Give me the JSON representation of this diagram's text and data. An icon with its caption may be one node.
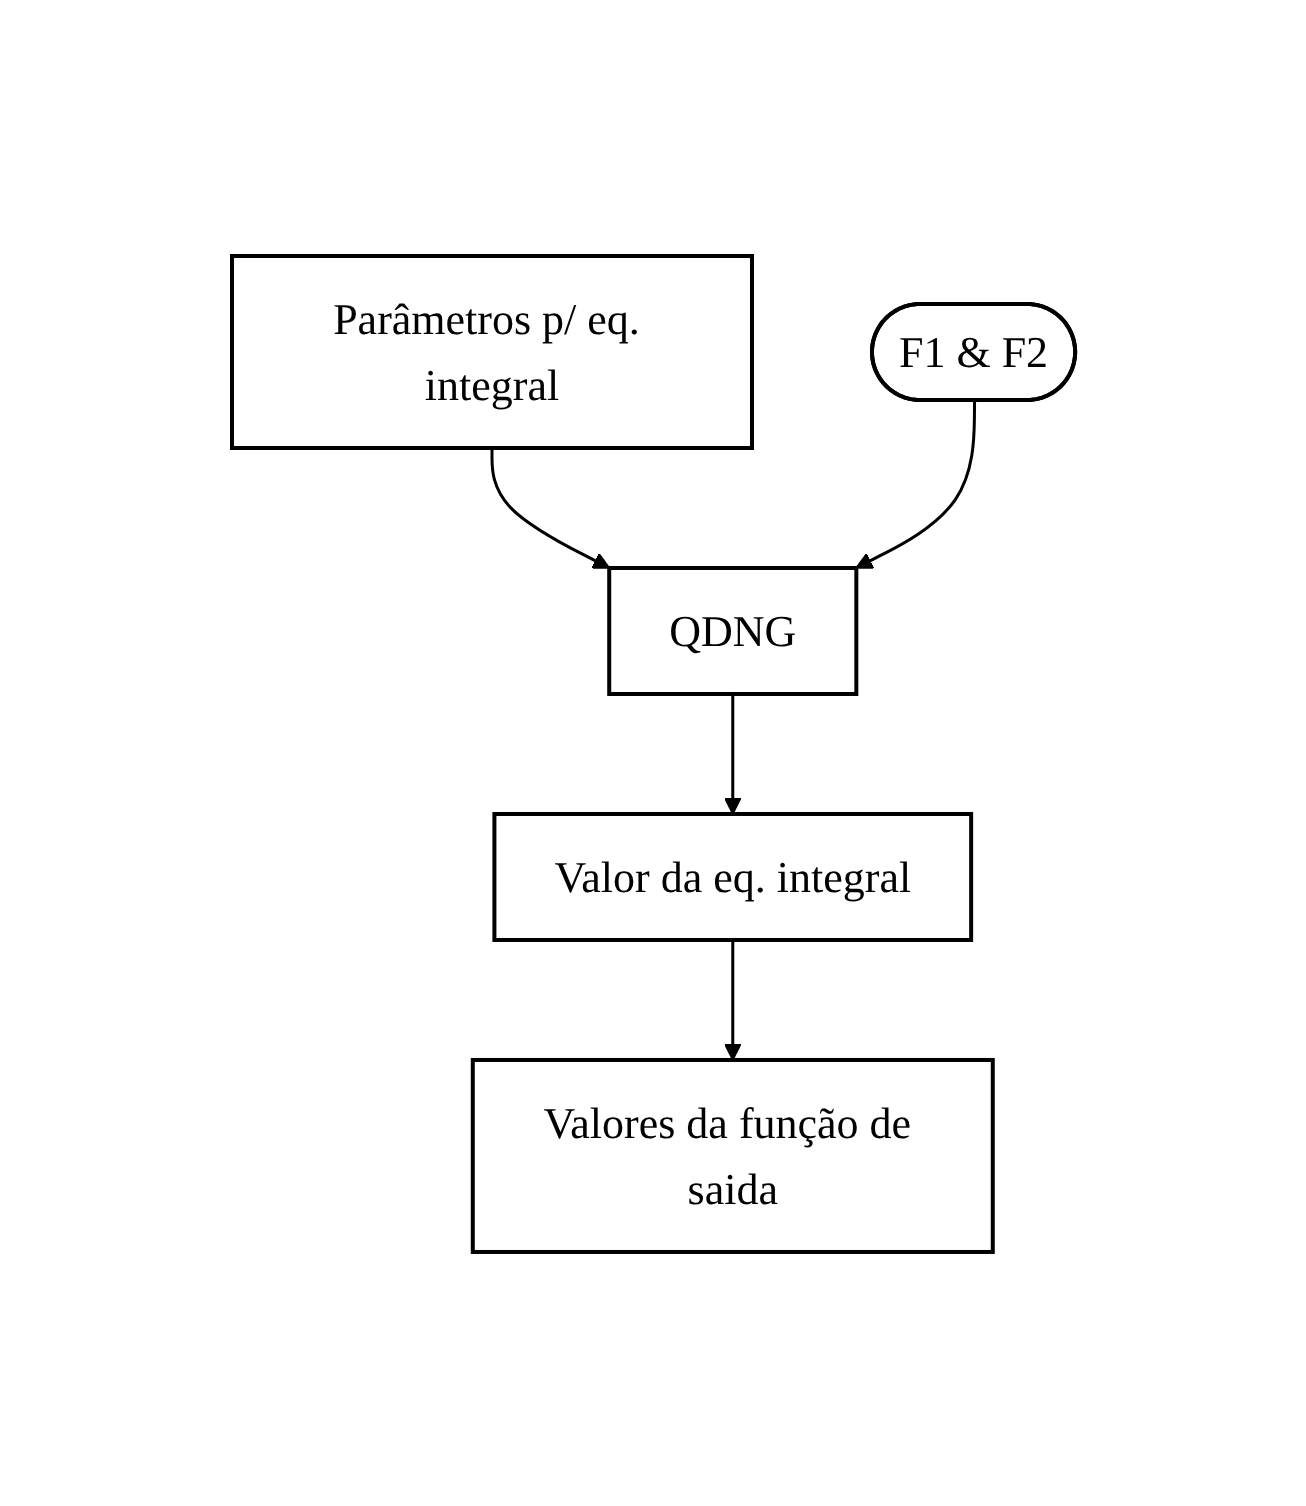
{
  "diagram": {
    "nodes": [
      {
        "text": [
          "Parâmetros p/ eq. integral"
        ]
      },
      {
        "text": [
          "QDNG"
        ]
      },
      {
        "text": [
          "F1 & F2"
        ]
      },
      {
        "text": [
          "Valor da eq. integral"
        ]
      },
      {
        "text": [
          "Valores da função de saida"
        ]
      }
    ],
    "edges": [
      {
        "from": 0,
        "to": 1,
        "arrow": "to"
      },
      {
        "from": 2,
        "to": 1,
        "arrow": "to"
      },
      {
        "from": 1,
        "to": 3,
        "arrow": "to"
      },
      {
        "from": 3,
        "to": 4,
        "arrow": "to"
      }
    ]
  }
}
